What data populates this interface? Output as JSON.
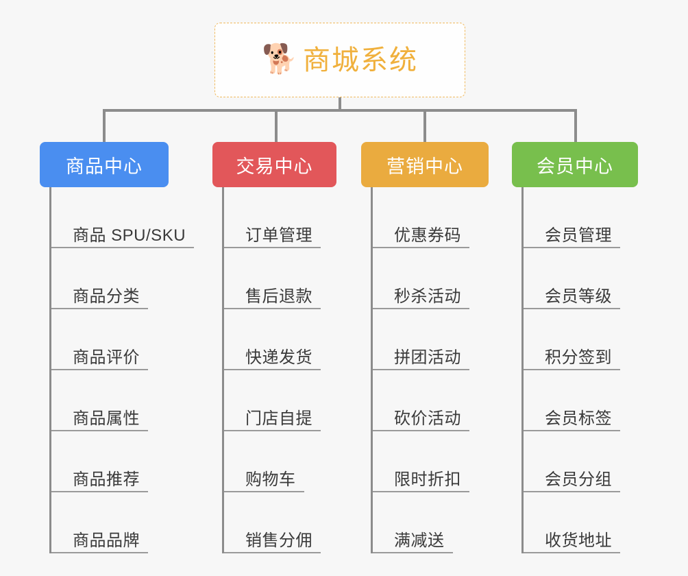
{
  "page": {
    "background": "#f7f7f7",
    "title": "商城系统"
  },
  "root": {
    "icon": "shiba-dog-face-icon",
    "emoji": "🐕",
    "label": "商城系统",
    "text_color": "#f0b03c",
    "border_color": "#f0b95d",
    "background": "#fefefe"
  },
  "connector": {
    "color": "#8c8c8c"
  },
  "columns": [
    {
      "id": "product-center",
      "label": "商品中心",
      "color": "#4a8ef0",
      "text_color": "#ffffff",
      "items": [
        {
          "label": "商品 SPU/SKU"
        },
        {
          "label": "商品分类"
        },
        {
          "label": "商品评价"
        },
        {
          "label": "商品属性"
        },
        {
          "label": "商品推荐"
        },
        {
          "label": "商品品牌"
        }
      ]
    },
    {
      "id": "trade-center",
      "label": "交易中心",
      "color": "#e2575a",
      "text_color": "#ffffff",
      "items": [
        {
          "label": "订单管理"
        },
        {
          "label": "售后退款"
        },
        {
          "label": "快递发货"
        },
        {
          "label": "门店自提"
        },
        {
          "label": "购物车"
        },
        {
          "label": "销售分佣"
        }
      ]
    },
    {
      "id": "marketing-center",
      "label": "营销中心",
      "color": "#eaab3f",
      "text_color": "#ffffff",
      "items": [
        {
          "label": "优惠券码"
        },
        {
          "label": "秒杀活动"
        },
        {
          "label": "拼团活动"
        },
        {
          "label": "砍价活动"
        },
        {
          "label": "限时折扣"
        },
        {
          "label": "满减送"
        }
      ]
    },
    {
      "id": "member-center",
      "label": "会员中心",
      "color": "#78bf4d",
      "text_color": "#ffffff",
      "items": [
        {
          "label": "会员管理"
        },
        {
          "label": "会员等级"
        },
        {
          "label": "积分签到"
        },
        {
          "label": "会员标签"
        },
        {
          "label": "会员分组"
        },
        {
          "label": "收货地址"
        }
      ]
    }
  ]
}
